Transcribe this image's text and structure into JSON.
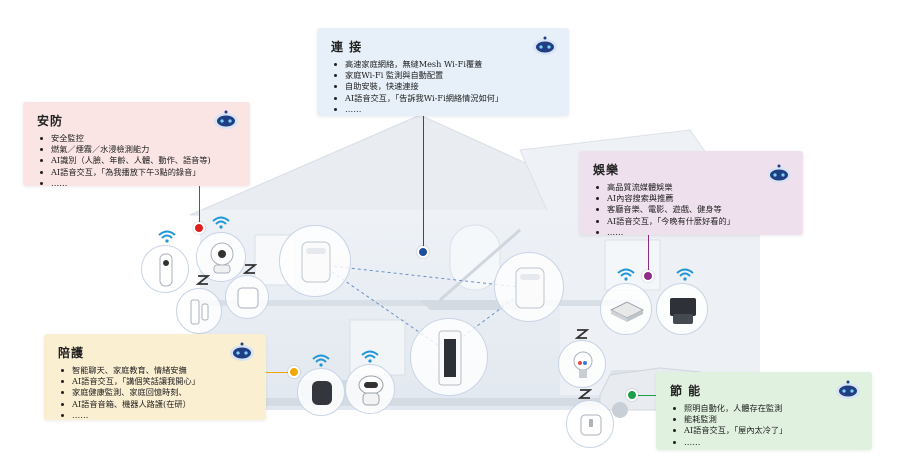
{
  "cards": {
    "connect": {
      "title": "連 接",
      "items": [
        "高速家庭網絡，無縫Mesh Wi-Fi覆蓋",
        "家庭Wi-Fi 監測與自動配置",
        "自助安裝，快速連接",
        "AI語音交互，「告訴我Wi-Fi網絡情況如何」",
        "……"
      ]
    },
    "security": {
      "title": "安防",
      "items": [
        "安全監控",
        "燃氣／煙霧／水浸檢測能力",
        "AI識別（人臉、年齡、人體、動作、語音等)",
        "AI語音交互，「為我播放下午3點的錄音」",
        "……"
      ]
    },
    "entertainment": {
      "title": "娛樂",
      "items": [
        "高品質流媒體娛樂",
        "AI內容搜索與推薦",
        "客廳音樂、電影、遊戲、健身等",
        "AI語音交互，「今晚有什麼好看的」",
        "……"
      ]
    },
    "companion": {
      "title": "陪護",
      "items": [
        "智能聊天、家庭教育、情緒安撫",
        "AI語音交互，「講個笑話讓我開心」",
        "家庭健康監測、家庭回憶時刻、",
        "AI語音音箱、機器人路護(在研）",
        "……"
      ]
    },
    "energy": {
      "title": "節 能",
      "items": [
        "照明自動化，人體存在監測",
        "能耗監測",
        "AI語音交互，「屋內太冷了」",
        "……"
      ]
    }
  },
  "colors": {
    "connect": "#1f4e9c",
    "security": "#e02020",
    "entertainment": "#8b2f86",
    "companion": "#f0a800",
    "energy": "#1aa04a",
    "bubble_border": "#c8d4e6",
    "wifi": "#1e96d8"
  },
  "icons": [
    "robot-icon",
    "wifi-icon",
    "zigbee-icon",
    "mesh-router",
    "smart-doorbell",
    "security-camera",
    "door-sensor",
    "smart-plug",
    "set-top-box",
    "game-console",
    "smart-speaker",
    "companion-robot",
    "smart-bulb",
    "smart-switch",
    "main-router"
  ]
}
